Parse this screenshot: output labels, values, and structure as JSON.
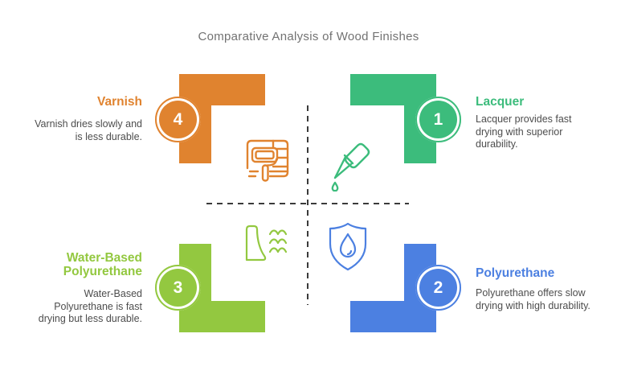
{
  "title": "Comparative Analysis of Wood Finishes",
  "colors": {
    "varnish": "#E0832F",
    "lacquer": "#3CBC7C",
    "water_based_polyurethane": "#93C840",
    "polyurethane": "#4C80E1",
    "body_text": "#4d4d4d",
    "title_text": "#727272",
    "divider": "#3a3a3a"
  },
  "quadrants": {
    "varnish": {
      "number": "4",
      "title": "Varnish",
      "description": [
        "Varnish dries slowly and",
        "is less durable."
      ],
      "color": "#E0832F",
      "icon": "paint-roller-icon"
    },
    "lacquer": {
      "number": "1",
      "title": "Lacquer",
      "description": [
        "Lacquer provides fast",
        "drying with superior",
        "durability."
      ],
      "color": "#3CBC7C",
      "icon": "glue-bottle-icon"
    },
    "water_based": {
      "number": "3",
      "title": [
        "Water-Based",
        "Polyurethane"
      ],
      "description": [
        "Water-Based",
        "Polyurethane is fast",
        "drying but less durable."
      ],
      "color": "#93C840",
      "icon": "water-flow-icon"
    },
    "polyurethane": {
      "number": "2",
      "title": "Polyurethane",
      "description": [
        "Polyurethane offers slow",
        "drying with high durability."
      ],
      "color": "#4C80E1",
      "icon": "shield-droplet-icon"
    }
  }
}
